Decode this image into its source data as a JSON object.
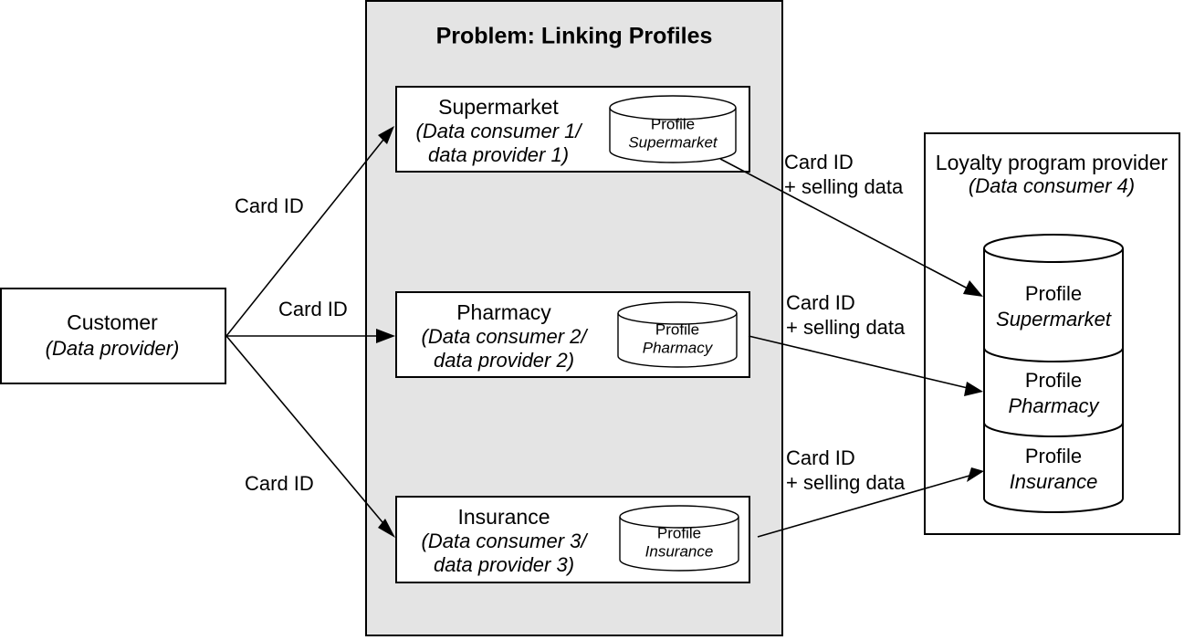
{
  "diagram": {
    "panel_title": "Problem: Linking Profiles",
    "background_color": "#ffffff",
    "panel_color": "#e4e4e4",
    "stroke_color": "#000000"
  },
  "customer": {
    "title": "Customer",
    "subtitle": "(Data provider)"
  },
  "providers": [
    {
      "title": "Supermarket",
      "subtitle_line1": "(Data consumer 1/",
      "subtitle_line2": "data provider 1)",
      "store_line1": "Profile",
      "store_line2": "Supermarket"
    },
    {
      "title": "Pharmacy",
      "subtitle_line1": "(Data consumer 2/",
      "subtitle_line2": "data provider 2)",
      "store_line1": "Profile",
      "store_line2": "Pharmacy"
    },
    {
      "title": "Insurance",
      "subtitle_line1": "(Data consumer 3/",
      "subtitle_line2": "data provider 3)",
      "store_line1": "Profile",
      "store_line2": "Insurance"
    }
  ],
  "loyalty": {
    "title": "Loyalty program provider",
    "subtitle": "(Data consumer 4)",
    "segments": [
      {
        "line1": "Profile",
        "line2": "Supermarket"
      },
      {
        "line1": "Profile",
        "line2": "Pharmacy"
      },
      {
        "line1": "Profile",
        "line2": "Insurance"
      }
    ]
  },
  "edges": {
    "left": [
      {
        "label": "Card ID"
      },
      {
        "label": "Card ID"
      },
      {
        "label": "Card ID"
      }
    ],
    "right": [
      {
        "line1": "Card ID",
        "line2": "+ selling data"
      },
      {
        "line1": "Card ID",
        "line2": "+ selling data"
      },
      {
        "line1": "Card ID",
        "line2": "+ selling data"
      }
    ]
  }
}
